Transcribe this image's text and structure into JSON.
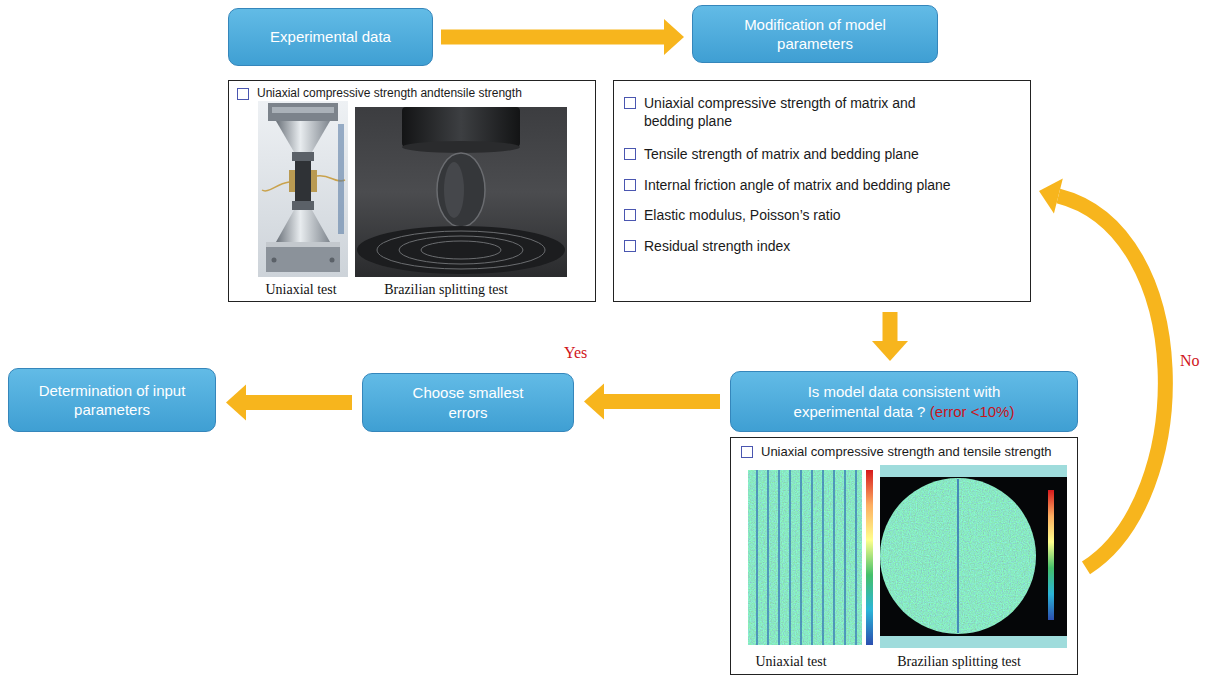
{
  "diagram": {
    "nodes": [
      {
        "text": [
          "Experimental data"
        ]
      },
      {
        "text": [
          "Uniaxial compressive strength andtensile strength",
          "Uniaxial test",
          "Brazilian splitting test"
        ]
      },
      {
        "text": [
          "Modification of model parameters"
        ]
      },
      {
        "text": [
          "Uniaxial compressive strength of matrix and bedding plane",
          "Tensile strength of matrix and bedding plane",
          "Internal friction angle of matrix and bedding plane",
          "Elastic modulus, Poisson’s ratio",
          "Residual strength index"
        ]
      },
      {
        "text": [
          "Is model data consistent with experimental data ?",
          "(error <10%)"
        ]
      },
      {
        "text": [
          "Choose smallest errors"
        ]
      },
      {
        "text": [
          "Determination of input parameters"
        ]
      },
      {
        "text": [
          "Uniaxial compressive strength and tensile strength",
          "Uniaxial test",
          "Brazilian splitting test"
        ]
      }
    ],
    "edges": [
      {
        "from": 0,
        "to": 2,
        "arrow": "to"
      },
      {
        "from": 3,
        "to": 4,
        "arrow": "to"
      },
      {
        "from": 4,
        "to": 5,
        "arrow": "to",
        "label": "Yes"
      },
      {
        "from": 5,
        "to": 6,
        "arrow": "to"
      },
      {
        "from": 7,
        "to": 3,
        "arrow": "to",
        "label": "No"
      }
    ]
  }
}
